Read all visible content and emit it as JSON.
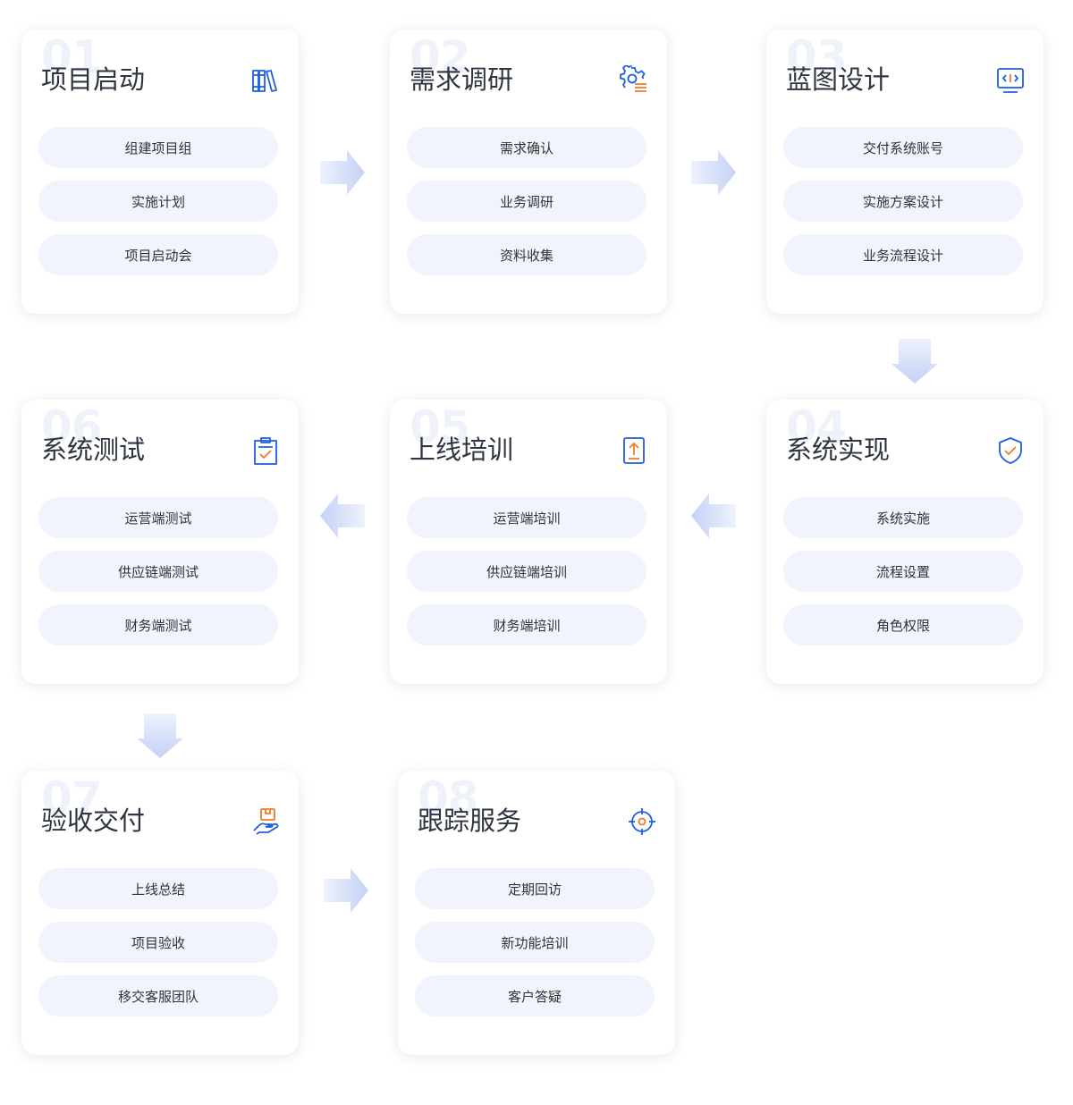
{
  "steps": [
    {
      "num": "01",
      "title": "项目启动",
      "icon": "books-icon",
      "items": [
        "组建项目组",
        "实施计划",
        "项目启动会"
      ]
    },
    {
      "num": "02",
      "title": "需求调研",
      "icon": "gear-list-icon",
      "items": [
        "需求确认",
        "业务调研",
        "资料收集"
      ]
    },
    {
      "num": "03",
      "title": "蓝图设计",
      "icon": "code-monitor-icon",
      "items": [
        "交付系统账号",
        "实施方案设计",
        "业务流程设计"
      ]
    },
    {
      "num": "04",
      "title": "系统实现",
      "icon": "shield-check-icon",
      "items": [
        "系统实施",
        "流程设置",
        "角色权限"
      ]
    },
    {
      "num": "05",
      "title": "上线培训",
      "icon": "upload-document-icon",
      "items": [
        "运营端培训",
        "供应链端培训",
        "财务端培训"
      ]
    },
    {
      "num": "06",
      "title": "系统测试",
      "icon": "clipboard-check-icon",
      "items": [
        "运营端测试",
        "供应链端测试",
        "财务端测试"
      ]
    },
    {
      "num": "07",
      "title": "验收交付",
      "icon": "hand-package-icon",
      "items": [
        "上线总结",
        "项目验收",
        "移交客服团队"
      ]
    },
    {
      "num": "08",
      "title": "跟踪服务",
      "icon": "target-icon",
      "items": [
        "定期回访",
        "新功能培训",
        "客户答疑"
      ]
    }
  ],
  "colors": {
    "blue": "#1f5fe0",
    "orange": "#f07a2a",
    "pill": "#f1f4fd",
    "arrow": "#c9d4f5"
  }
}
